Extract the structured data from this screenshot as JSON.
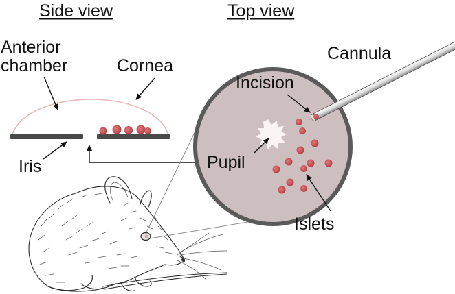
{
  "headings": {
    "side_view": "Side view",
    "top_view": "Top view"
  },
  "labels": {
    "anterior": "Anterior",
    "chamber": "chamber",
    "cornea": "Cornea",
    "iris": "Iris",
    "pupil": "Pupil",
    "cannula": "Cannula",
    "incision": "Incision",
    "islets": "Islets"
  },
  "colors": {
    "eye_fill": "#cdbfbf",
    "eye_rim": "#5a5a5a",
    "islet": "#c8454a",
    "iris_bar": "#4a4a4a",
    "cornea_line": "#e6b9bb",
    "pupil": "#fbf4f2"
  },
  "icons": {
    "mouse": "mouse-sketch-icon",
    "cannula": "cannula-needle-icon"
  }
}
